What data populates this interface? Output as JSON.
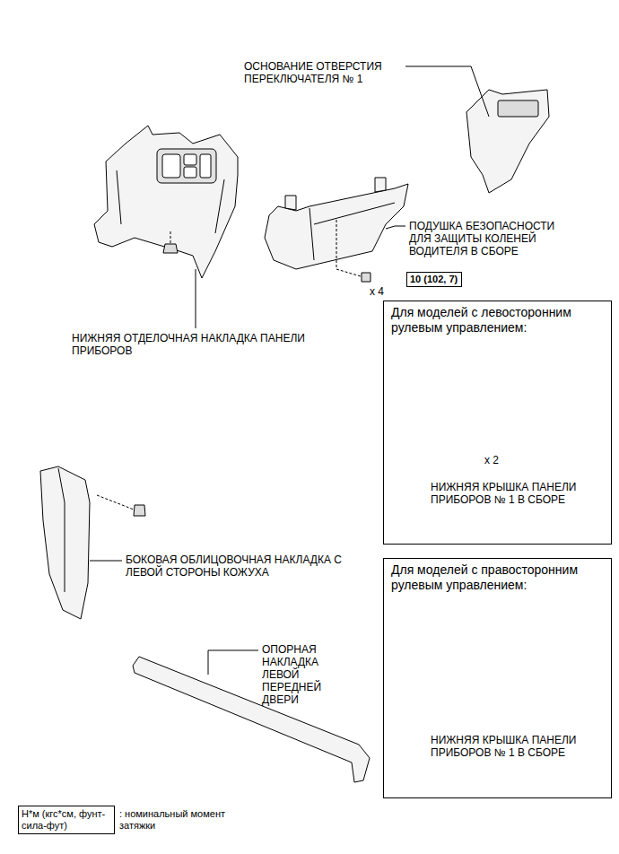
{
  "diagram": {
    "nodes": [
      {
        "text": [
          "10 (102, 7)"
        ]
      },
      {
        "text": [
          "Для моделей с левосторонним рулевым управлением:",
          "x 2",
          "НИЖНЯЯ КРЫШКА ПАНЕЛИ ПРИБОРОВ № 1 В СБОРЕ"
        ]
      },
      {
        "text": [
          "Для моделей с правосторонним рулевым управлением:",
          "НИЖНЯЯ КРЫШКА ПАНЕЛИ ПРИБОРОВ № 1 В СБОРЕ"
        ]
      },
      {
        "text": [
          "Н*м (кгс*см, фунт-сила-фут)",
          ": номинальный момент затяжки"
        ]
      }
    ],
    "labels": [
      "ОСНОВАНИЕ ОТВЕРСТИЯ ПЕРЕКЛЮЧАТЕЛЯ № 1",
      "ПОДУШКА БЕЗОПАСНОСТИ ДЛЯ ЗАЩИТЫ КОЛЕНЕЙ ВОДИТЕЛЯ В СБОРЕ",
      "x 4",
      "НИЖНЯЯ ОТДЕЛОЧНАЯ НАКЛАДКА ПАНЕЛИ ПРИБОРОВ",
      "БОКОВАЯ ОБЛИЦОВОЧНАЯ НАКЛАДКА С ЛЕВОЙ СТОРОНЫ КОЖУХА",
      "ОПОРНАЯ НАКЛАДКА ЛЕВОЙ ПЕРЕДНЕЙ ДВЕРИ"
    ]
  }
}
